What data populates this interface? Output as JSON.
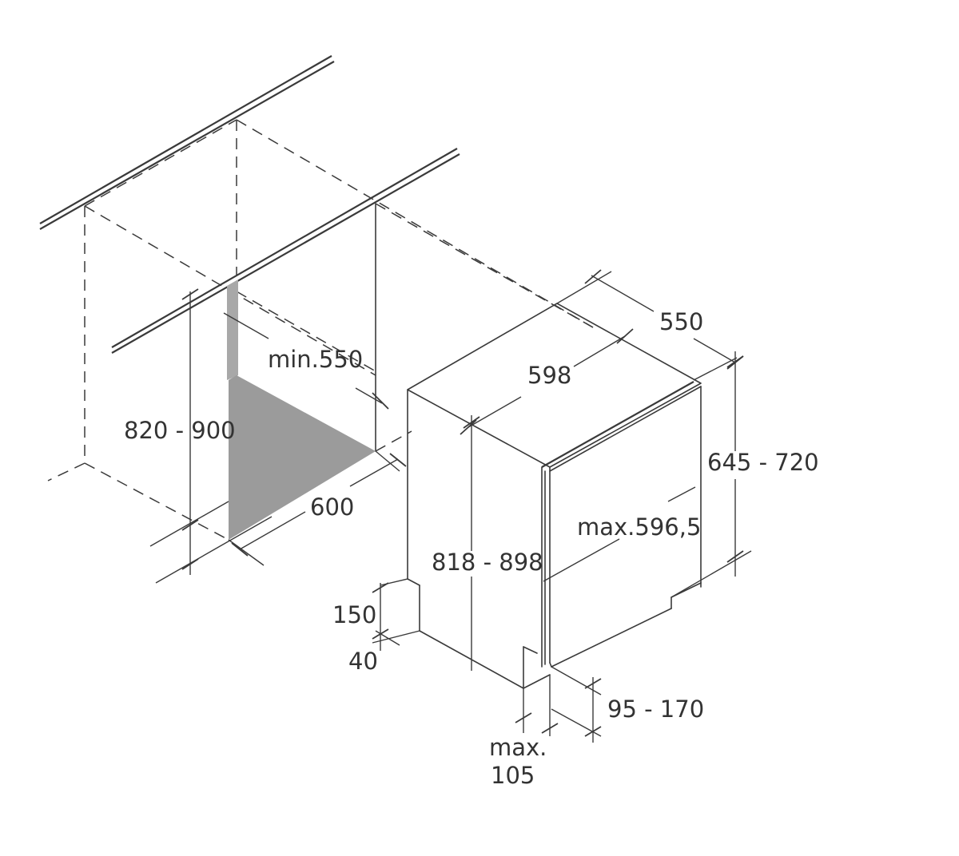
{
  "diagram": {
    "labels": {
      "cabinet_depth_min": "min.550",
      "cabinet_height": "820 - 900",
      "cabinet_width": "600",
      "appliance_depth": "550",
      "appliance_width": "598",
      "appliance_height": "818 - 898",
      "panel_height": "645 - 720",
      "panel_width_max": "max.596,5",
      "plinth_height": "150",
      "plinth_depth": "40",
      "foot_offset": "95 - 170",
      "plinth_max_line1": "max.",
      "plinth_max_line2": "105"
    },
    "colors": {
      "line": "#3a3a3a",
      "floor_fill": "#9b9b9b",
      "text": "#333333",
      "background": "#ffffff"
    }
  }
}
